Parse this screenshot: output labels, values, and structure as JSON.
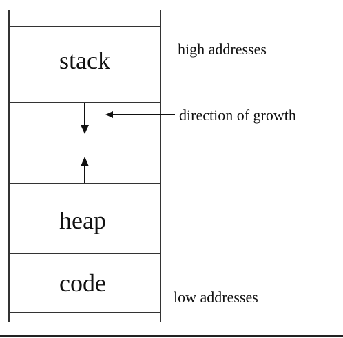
{
  "segments": {
    "stack": "stack",
    "heap": "heap",
    "code": "code"
  },
  "annotations": {
    "high": "high addresses",
    "growth": "direction of growth",
    "low": "low addresses"
  },
  "colors": {
    "ink": "#111111",
    "lines": "#333333",
    "background": "#ffffff"
  }
}
